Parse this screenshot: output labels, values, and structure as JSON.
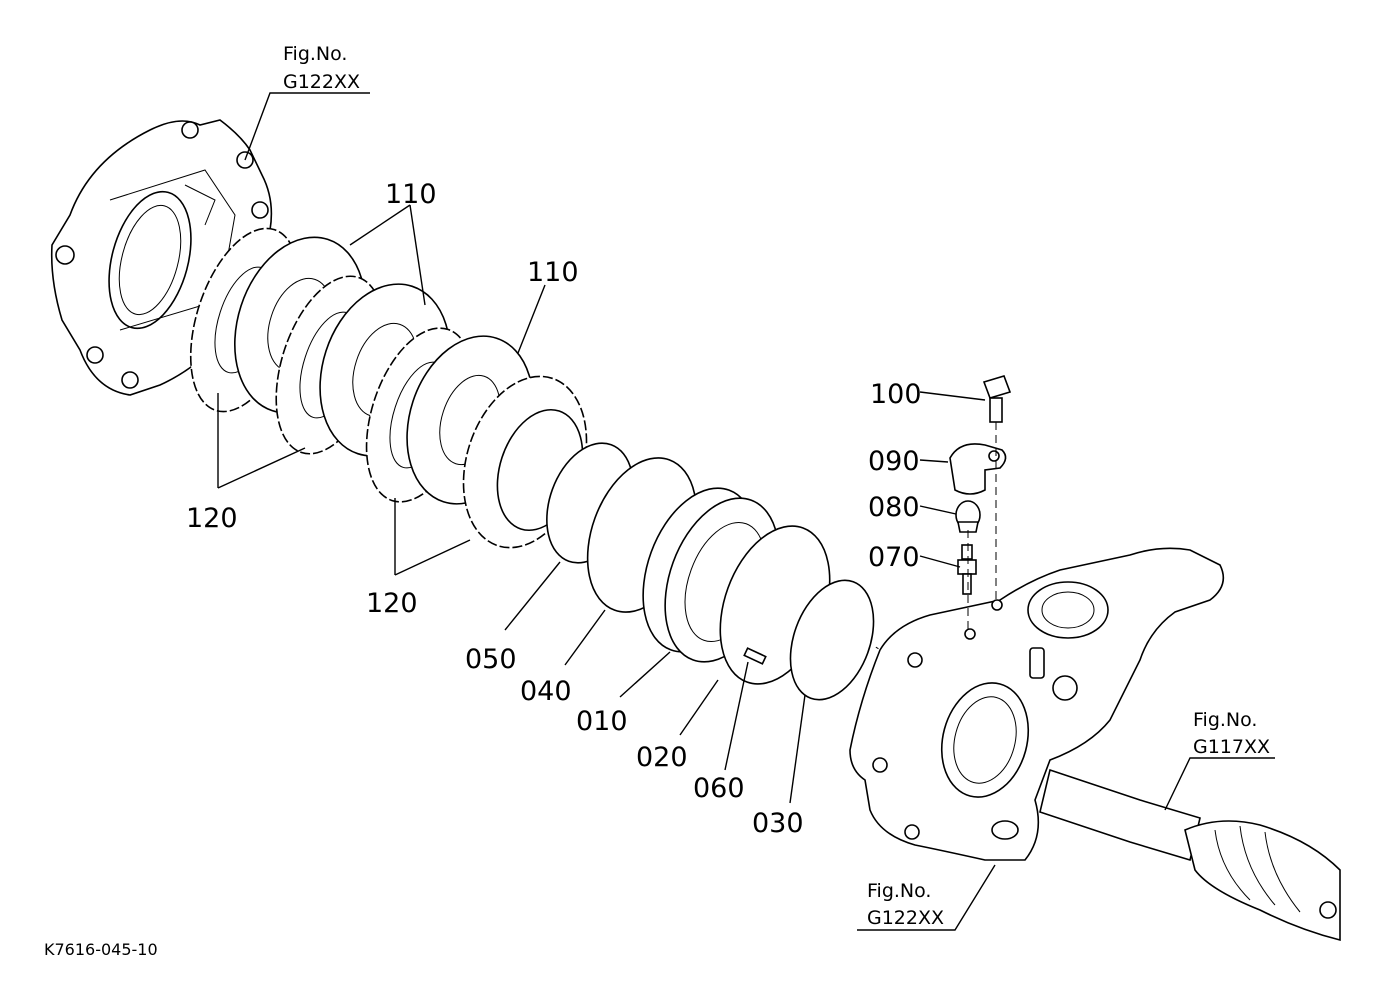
{
  "diagram": {
    "drawing_code": "K7616-045-10",
    "fig_refs": [
      {
        "line1": "Fig.No.",
        "line2": "G122XX"
      },
      {
        "line1": "Fig.No.",
        "line2": "G117XX"
      },
      {
        "line1": "Fig.No.",
        "line2": "G122XX"
      }
    ],
    "callouts": [
      "110",
      "110",
      "120",
      "120",
      "100",
      "090",
      "080",
      "070",
      "050",
      "040",
      "010",
      "020",
      "060",
      "030"
    ]
  }
}
